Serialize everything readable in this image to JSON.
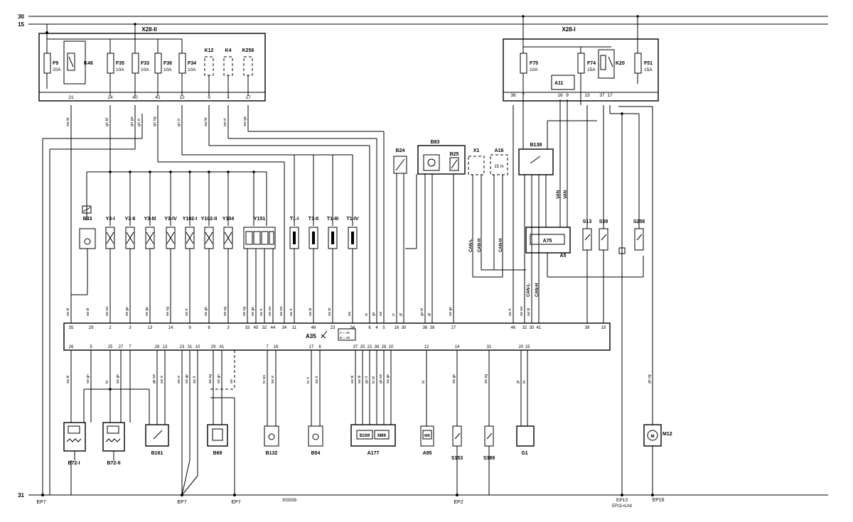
{
  "rails": {
    "top1": "30",
    "top2": "15",
    "ground": "31"
  },
  "fuse_boxes": {
    "left": "X28-II",
    "right": "X28-I"
  },
  "left_box_items": [
    {
      "name": "F9",
      "rating": "20A"
    },
    {
      "name": "K46",
      "rating": ""
    },
    {
      "name": "F35",
      "rating": "10A"
    },
    {
      "name": "F33",
      "rating": "10A"
    },
    {
      "name": "F36",
      "rating": "10A"
    },
    {
      "name": "F34",
      "rating": "10A"
    },
    {
      "name": "K12",
      "rating": ""
    },
    {
      "name": "K4",
      "rating": ""
    },
    {
      "name": "K256",
      "rating": ""
    }
  ],
  "left_box_pins": [
    "21",
    "14",
    "40",
    "41",
    "12",
    "9",
    "4",
    "17"
  ],
  "right_box_items": [
    {
      "name": "F75",
      "rating": "10A"
    },
    {
      "name": "F74",
      "rating": "15A"
    },
    {
      "name": "K20",
      "rating": ""
    },
    {
      "name": "F51",
      "rating": "15A"
    },
    {
      "name": "A11",
      "rating": ""
    }
  ],
  "right_box_pins": [
    "38",
    "7",
    "16",
    "9",
    "13",
    "37",
    "17"
  ],
  "mid_components": [
    {
      "name": "B33"
    },
    {
      "name": "Y3-I"
    },
    {
      "name": "Y3-II"
    },
    {
      "name": "Y3-III"
    },
    {
      "name": "Y3-IV"
    },
    {
      "name": "Y102-I"
    },
    {
      "name": "Y102-II"
    },
    {
      "name": "Y104"
    },
    {
      "name": "Y151"
    },
    {
      "name": "T1-I"
    },
    {
      "name": "T1-II"
    },
    {
      "name": "T1-III"
    },
    {
      "name": "T1-IV"
    }
  ],
  "upper_right_components": [
    "B24",
    "B83",
    "B25",
    "X1",
    "A16",
    "B138",
    "S13",
    "S39",
    "S258",
    "A75",
    "A5"
  ],
  "a16_note": "15 m",
  "can_labels": [
    "CAN-L",
    "CAN-H",
    "CAN-H",
    "CAN-L",
    "CAN-H"
  ],
  "van_labels": [
    "VAN",
    "VAN"
  ],
  "ecu": {
    "name": "A35",
    "legend_a": "A = 45",
    "legend_b": "B = 46",
    "top_pins": [
      "35",
      "29",
      "2",
      "3",
      "13",
      "14",
      "9",
      "8",
      "3",
      "33",
      "45",
      "32",
      "44",
      "34",
      "11",
      "46",
      "23",
      "34",
      "6",
      "4",
      "5",
      "16",
      "30",
      "36",
      "39",
      "27",
      "46",
      "32",
      "30",
      "41",
      "39",
      "19"
    ],
    "bottom_pins": [
      "26",
      "5",
      "25",
      "27",
      "7",
      "28",
      "13",
      "23",
      "31",
      "10",
      "29",
      "41",
      "7",
      "18",
      "17",
      "6",
      "37",
      "25",
      "22",
      "38",
      "26",
      "10",
      "12",
      "14",
      "31",
      "20",
      "15"
    ]
  },
  "bottom_components": [
    {
      "name": "B72-I"
    },
    {
      "name": "B72-II"
    },
    {
      "name": "B161"
    },
    {
      "name": "B69"
    },
    {
      "name": "B132"
    },
    {
      "name": "B54"
    },
    {
      "name": "A177"
    },
    {
      "name": "A95"
    },
    {
      "name": "S153"
    },
    {
      "name": "S389"
    },
    {
      "name": "G1"
    },
    {
      "name": "M12"
    }
  ],
  "a177_inner": [
    "B169",
    "M89"
  ],
  "a95_inner": "M6",
  "grounds": [
    {
      "label": "EP7"
    },
    {
      "label": "EP7"
    },
    {
      "label": "EP7"
    },
    {
      "label": "EP2"
    },
    {
      "label": "EP13"
    },
    {
      "label": "EP11=Lhd"
    },
    {
      "label": "EP16"
    }
  ],
  "drawing_number": "303339",
  "wire_colors_upper": [
    "sw bl",
    "gn bl",
    "gn ge",
    "gn rt",
    "gn og",
    "gn rt",
    "sw bl",
    "sw rt",
    "sw ge"
  ],
  "wire_colors_lower": [
    "sw bl",
    "sw bl",
    "sw ws",
    "sw ge",
    "sw ge",
    "sw og",
    "sw rt",
    "sw ge",
    "sw og",
    "sw og",
    "sw ge",
    "sw rt",
    "sw ws",
    "sw ws",
    "sw rt",
    "sw bl",
    "sw br",
    "ws",
    "br",
    "gn",
    "ws",
    "vi",
    "gr",
    "gn bl",
    "gr",
    "sw ge",
    "sw rt",
    "sw ws",
    "sw bl"
  ],
  "wire_colors_bottom": [
    "ws bl",
    "sw gn",
    "br",
    "sw ge",
    "ge ws",
    "ws vi",
    "sw vi",
    "sw ge",
    "sw rt",
    "sw og",
    "sw gn",
    "br ws",
    "sw vi",
    "br rt",
    "sw rt",
    "ws bl",
    "sw bl",
    "gn rt",
    "br bl",
    "gn ws",
    "sw ge",
    "bl",
    "sw ge",
    "sw og",
    "gr",
    "bl",
    "sw",
    "gn og"
  ]
}
